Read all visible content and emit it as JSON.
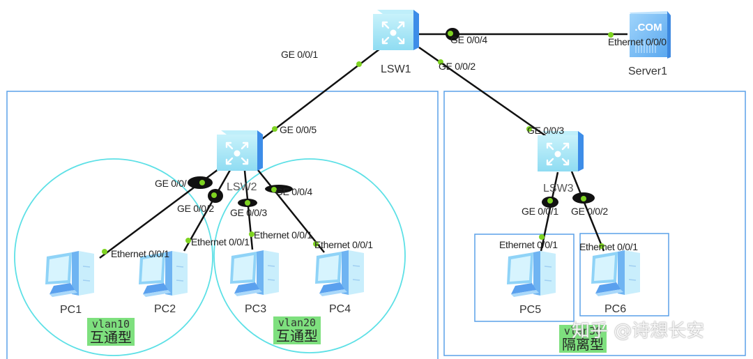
{
  "devices": {
    "lsw1": {
      "name": "LSW1",
      "type": "switch"
    },
    "lsw2": {
      "name": "LSW2",
      "type": "switch"
    },
    "lsw3": {
      "name": "LSW3",
      "type": "switch"
    },
    "server1": {
      "name": "Server1",
      "type": "server",
      "badge": ".COM"
    },
    "pc1": {
      "name": "PC1",
      "type": "pc"
    },
    "pc2": {
      "name": "PC2",
      "type": "pc"
    },
    "pc3": {
      "name": "PC3",
      "type": "pc"
    },
    "pc4": {
      "name": "PC4",
      "type": "pc"
    },
    "pc5": {
      "name": "PC5",
      "type": "pc"
    },
    "pc6": {
      "name": "PC6",
      "type": "pc"
    }
  },
  "ports": {
    "lsw1_to_lsw2": "GE 0/0/1",
    "lsw1_to_server": "GE 0/0/4",
    "lsw1_to_lsw3": "GE 0/0/2",
    "server_port": "Ethernet 0/0/0",
    "lsw2_uplink": "GE 0/0/5",
    "lsw2_to_pc1": "GE 0/0/1",
    "lsw2_to_pc2": "GE 0/0/2",
    "lsw2_to_pc3": "GE 0/0/3",
    "lsw2_to_pc4": "GE 0/0/4",
    "lsw3_uplink": "GE 0/0/3",
    "lsw3_to_pc5": "GE 0/0/1",
    "lsw3_to_pc6": "GE 0/0/2",
    "pc1_port": "Ethernet 0/0/1",
    "pc2_port": "Ethernet 0/0/1",
    "pc3_port": "Ethernet 0/0/1",
    "pc4_port": "Ethernet 0/0/1",
    "pc5_port": "Ethernet 0/0/1",
    "pc6_port": "Ethernet 0/0/1"
  },
  "vlans": [
    {
      "id": "vlan10",
      "type": "互通型"
    },
    {
      "id": "vlan20",
      "type": "互通型"
    },
    {
      "id": "vlan30",
      "type": "隔离型"
    }
  ],
  "watermark": "知乎 @诗想长安",
  "colors": {
    "zone_border": "#5aa0e8",
    "vlan_circle": "#5de0e6",
    "vlan_label_bg": "#7ee07e",
    "port_up": "#7ed321",
    "link": "#111111"
  }
}
